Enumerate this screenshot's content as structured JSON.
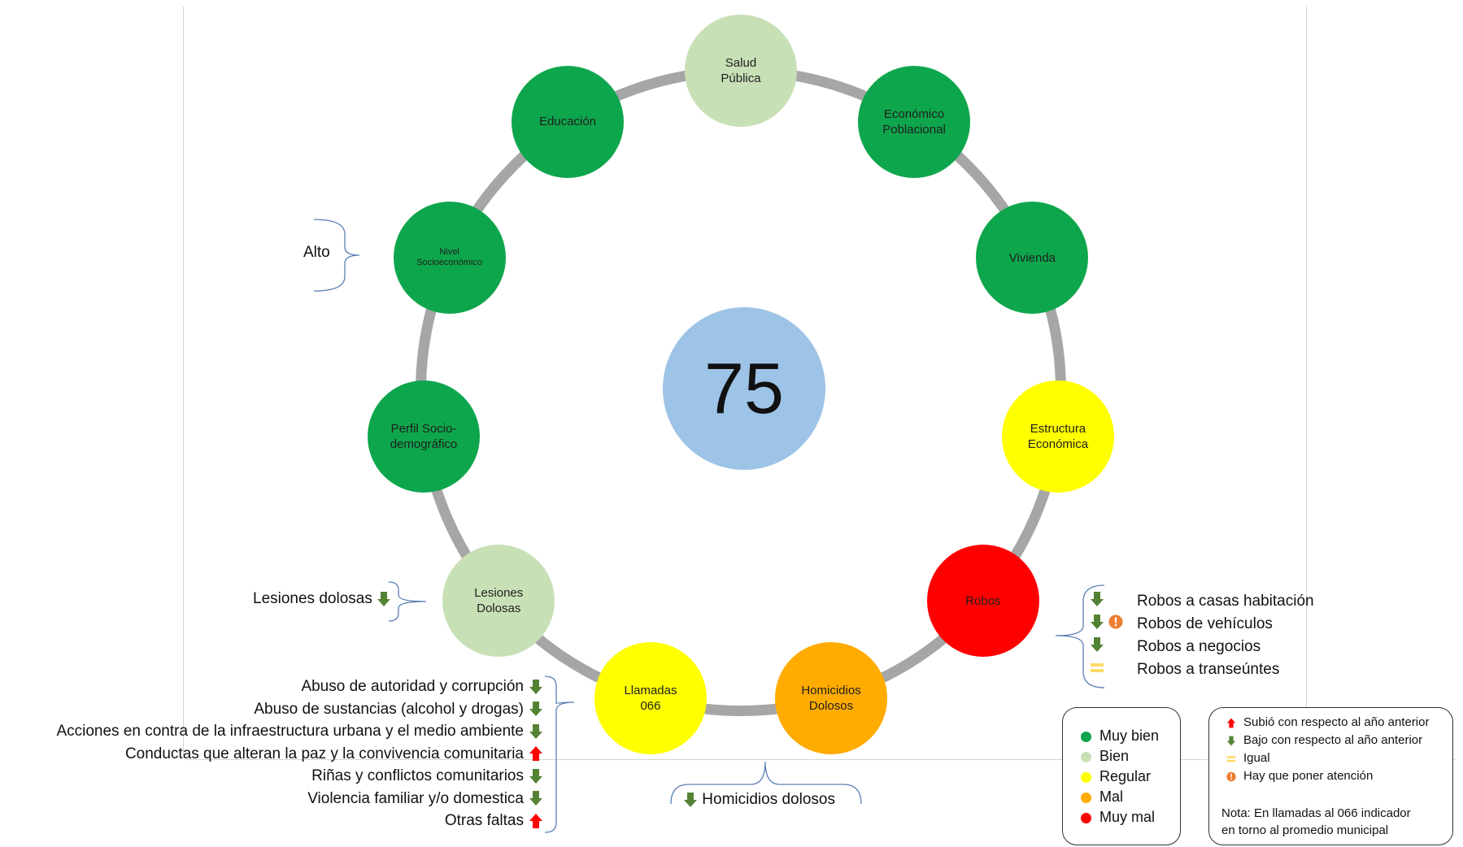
{
  "center_value": "75",
  "colors": {
    "muy_bien": "#0ea64c",
    "bien": "#c8e0b6",
    "regular": "#ffff00",
    "mal": "#ffab00",
    "muy_mal": "#ff0000",
    "arrow_down": "#548235",
    "arrow_up": "#ff0000",
    "igual": "#ffd966",
    "attention": "#ed7d31",
    "center": "#9dc3e6",
    "ring": "#a6a6a6"
  },
  "nodes": [
    {
      "id": "salud-publica",
      "label": "Salud\nPública",
      "status": "bien"
    },
    {
      "id": "economico-poblacional",
      "label": "Económico\nPoblacional",
      "status": "muy_bien"
    },
    {
      "id": "vivienda",
      "label": "Vivienda",
      "status": "muy_bien"
    },
    {
      "id": "estructura-economica",
      "label": "Estructura\nEconómica",
      "status": "regular"
    },
    {
      "id": "robos",
      "label": "Robos",
      "status": "muy_mal"
    },
    {
      "id": "homicidios-dolosos",
      "label": "Homicidios\nDolosos",
      "status": "mal"
    },
    {
      "id": "llamadas-066",
      "label": "Llamadas\n066",
      "status": "regular"
    },
    {
      "id": "lesiones-dolosas",
      "label": "Lesiones\nDolosas",
      "status": "bien"
    },
    {
      "id": "perfil-sociodemografico",
      "label": "Perfil Socio-\ndemográfico",
      "status": "muy_bien"
    },
    {
      "id": "nivel-socioeconomico",
      "label": "Nivel\nSocioeconómico",
      "status": "muy_bien"
    },
    {
      "id": "educacion",
      "label": "Educación",
      "status": "muy_bien"
    }
  ],
  "annotations": {
    "nivel": "Alto",
    "lesiones": {
      "text": "Lesiones dolosas",
      "trend": "down"
    },
    "robos": [
      {
        "text": "Robos a casas habitación",
        "trend": "down",
        "attention": false
      },
      {
        "text": "Robos de vehículos",
        "trend": "down",
        "attention": true
      },
      {
        "text": "Robos a negocios",
        "trend": "down",
        "attention": false
      },
      {
        "text": "Robos a transeúntes",
        "trend": "igual",
        "attention": false
      }
    ],
    "homicidios": {
      "text": "Homicidios dolosos",
      "trend": "down"
    },
    "llamadas": [
      {
        "text": "Abuso de autoridad y corrupción",
        "trend": "down"
      },
      {
        "text": "Abuso de sustancias (alcohol y drogas)",
        "trend": "down"
      },
      {
        "text": "Acciones en contra de la infraestructura urbana y el medio ambiente",
        "trend": "down"
      },
      {
        "text": "Conductas que alteran la paz y la convivencia comunitaria",
        "trend": "up"
      },
      {
        "text": "Riñas y conflictos comunitarios",
        "trend": "down"
      },
      {
        "text": "Violencia familiar y/o domestica",
        "trend": "down"
      },
      {
        "text": "Otras faltas",
        "trend": "up"
      }
    ]
  },
  "legend": [
    {
      "label": "Muy bien",
      "status": "muy_bien"
    },
    {
      "label": "Bien",
      "status": "bien"
    },
    {
      "label": "Regular",
      "status": "regular"
    },
    {
      "label": "Mal",
      "status": "mal"
    },
    {
      "label": "Muy mal",
      "status": "muy_mal"
    }
  ],
  "key": [
    {
      "label": "Subió con respecto al año anterior",
      "icon": "arrow-up-icon"
    },
    {
      "label": "Bajo con respecto al año anterior",
      "icon": "arrow-down-icon"
    },
    {
      "label": "Igual",
      "icon": "equal-icon"
    },
    {
      "label": "Hay que poner atención",
      "icon": "attention-icon"
    }
  ],
  "note": "Nota: En llamadas al 066 indicador\nen torno al promedio municipal"
}
